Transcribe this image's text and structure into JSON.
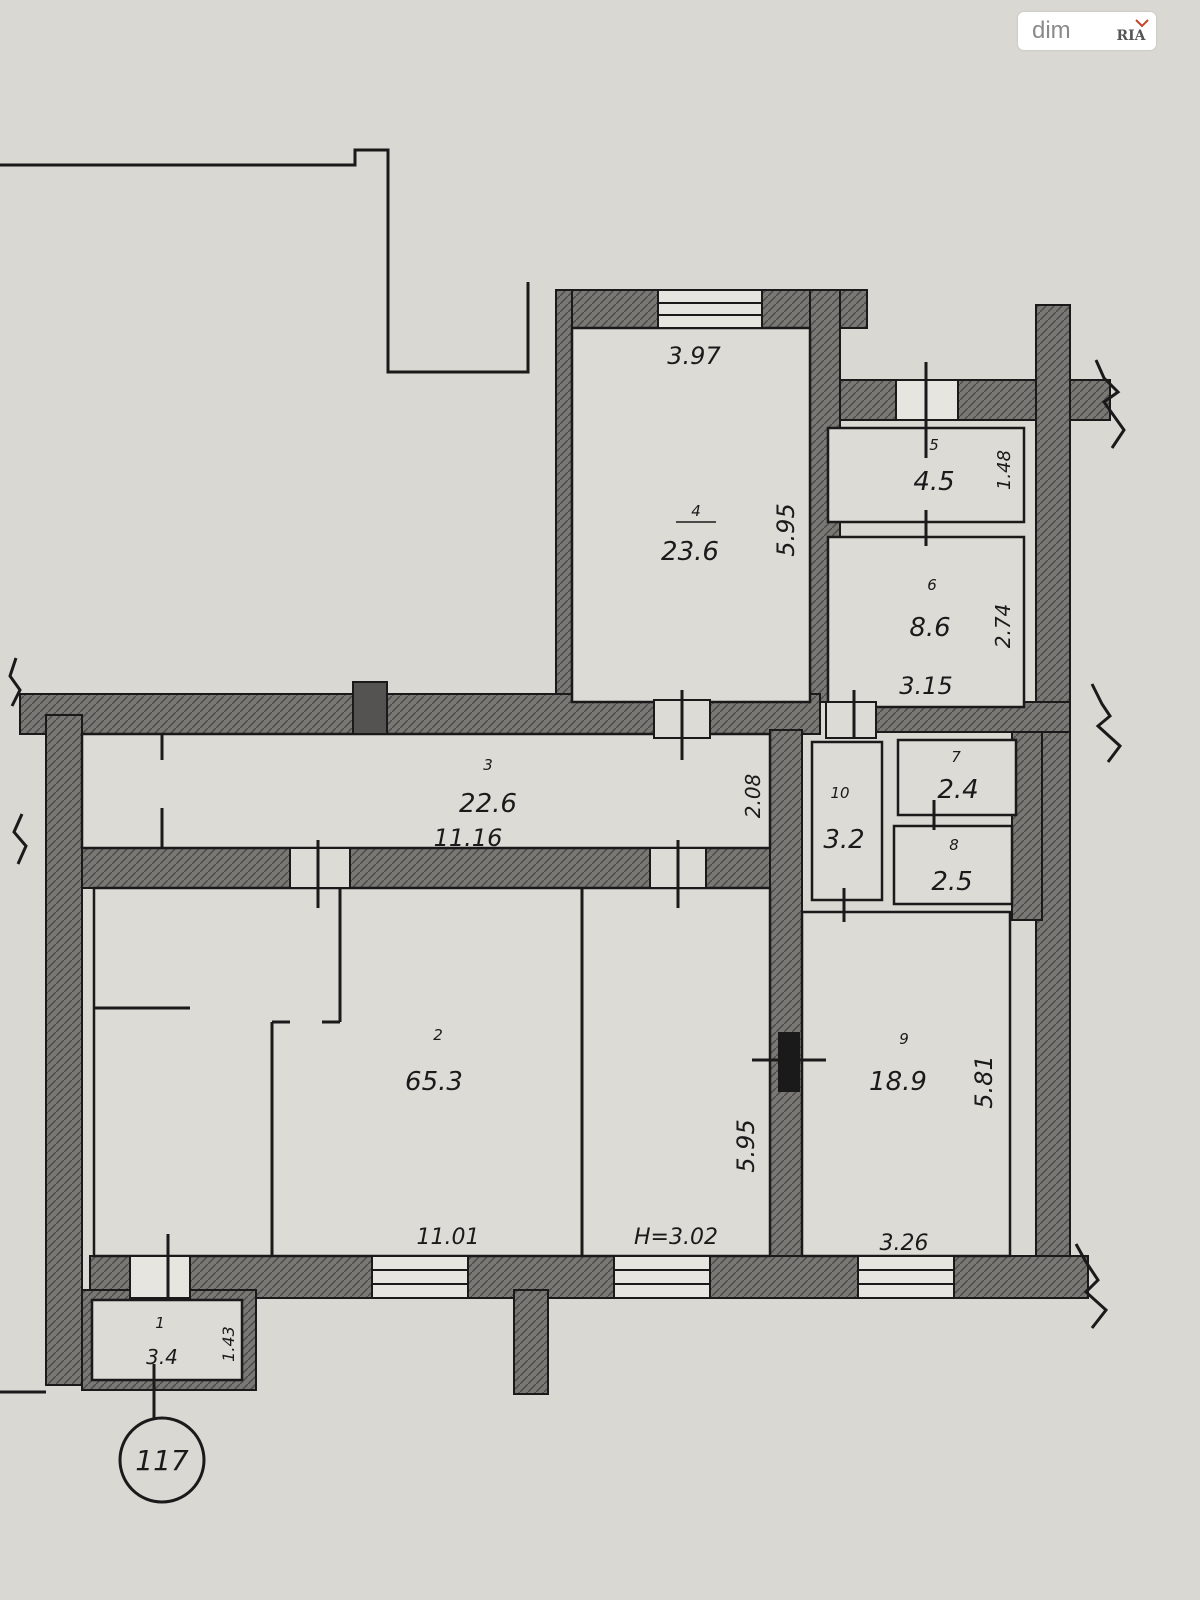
{
  "watermark": {
    "brand": "dim",
    "brand2": "RIA"
  },
  "rooms": [
    {
      "no": "2",
      "area": "65.3"
    },
    {
      "no": "3",
      "area": "22.6"
    },
    {
      "no": "4",
      "area": "23.6"
    },
    {
      "no": "5",
      "area": "4.5"
    },
    {
      "no": "6",
      "area": "8.6"
    },
    {
      "no": "7",
      "area": "2.4"
    },
    {
      "no": "8",
      "area": "2.5"
    },
    {
      "no": "9",
      "area": "18.9"
    },
    {
      "no": "10",
      "area": "3.2"
    },
    {
      "no": "1",
      "area": "3.4"
    }
  ],
  "dimensions": {
    "r4_width": "3.97",
    "r4_depth": "5.95",
    "r5_side": "1.48",
    "r6_side": "2.74",
    "r6_width": "3.15",
    "corridor_depth": "2.08",
    "corridor_length": "11.16",
    "r2_depth": "5.95",
    "r2_width": "11.01",
    "height": "H=3.02",
    "r9_depth": "5.81",
    "r9_width": "3.26",
    "r1_side": "1.43"
  },
  "marker": "117",
  "colors": {
    "paper": "#d9d8d3",
    "wall": "#6f6d69",
    "line": "#1a1a1a"
  }
}
